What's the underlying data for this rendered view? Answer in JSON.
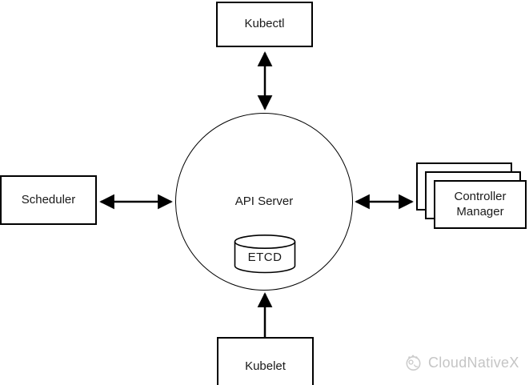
{
  "nodes": {
    "kubectl": "Kubectl",
    "scheduler": "Scheduler",
    "controller_manager": "Controller Manager",
    "kubelet": "Kubelet",
    "api_server": "API Server",
    "etcd": "ETCD"
  },
  "edges": [
    {
      "from": "kubectl",
      "to": "api_server",
      "direction": "bidirectional"
    },
    {
      "from": "scheduler",
      "to": "api_server",
      "direction": "bidirectional"
    },
    {
      "from": "api_server",
      "to": "controller_manager",
      "direction": "bidirectional"
    },
    {
      "from": "api_server",
      "to": "kubelet",
      "direction": "bidirectional"
    }
  ],
  "watermark": {
    "label": "CloudNativeX",
    "icon": "cloudnativex-logo-icon",
    "color": "#c5c5c5"
  },
  "colors": {
    "stroke": "#000000",
    "background": "#ffffff"
  }
}
